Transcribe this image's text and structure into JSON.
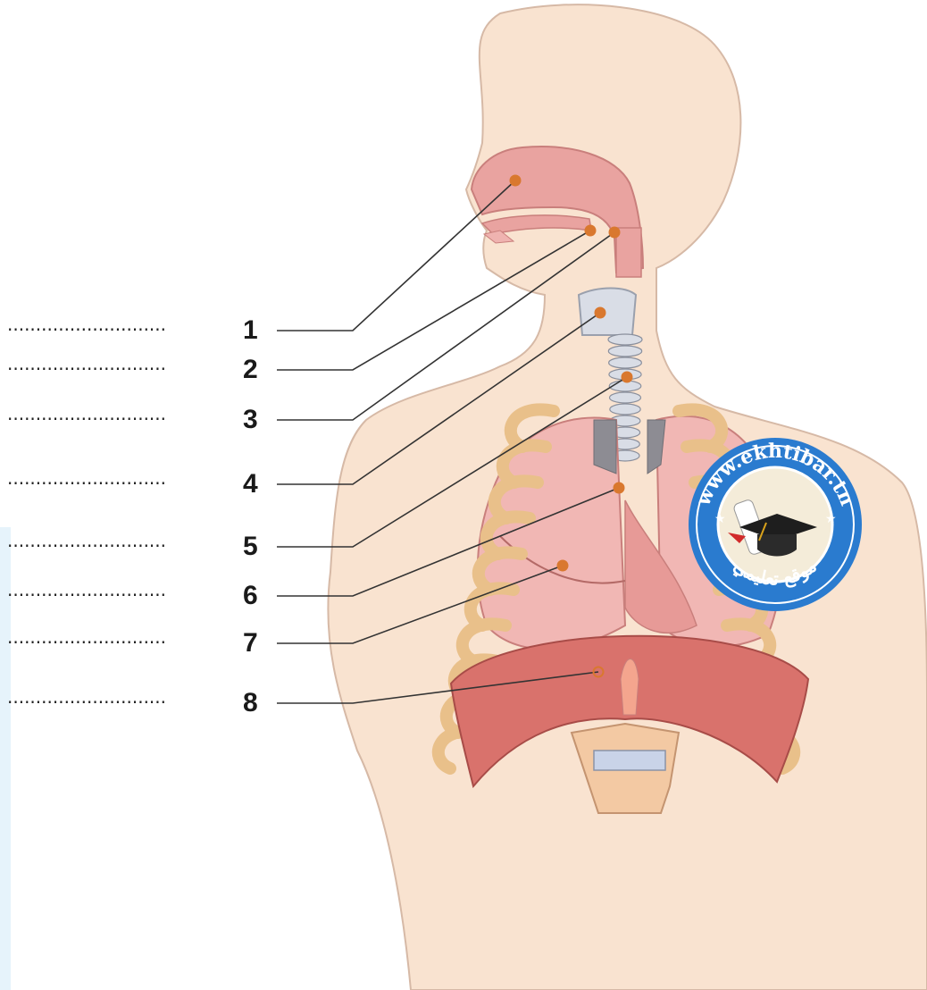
{
  "labels": [
    {
      "number": "1",
      "blank": "............................"
    },
    {
      "number": "2",
      "blank": "............................"
    },
    {
      "number": "3",
      "blank": "............................"
    },
    {
      "number": "4",
      "blank": "............................"
    },
    {
      "number": "5",
      "blank": "............................"
    },
    {
      "number": "6",
      "blank": "............................"
    },
    {
      "number": "7",
      "blank": "............................"
    },
    {
      "number": "8",
      "blank": "............................"
    }
  ],
  "watermark": {
    "site": "www.ekhtibar.tn",
    "tagline": "موقع تعليمي",
    "color": "#2a7bcf"
  },
  "colors": {
    "skin": "#f9e3d0",
    "skin_outline": "#d6b9a6",
    "airway": "#e9a3a0",
    "lung": "#f1b7b4",
    "lung_dark": "#e79a97",
    "rib": "#e9c08a",
    "diaphragm": "#d9726c",
    "trachea": "#d9dde6",
    "marker": "#d9782f"
  }
}
